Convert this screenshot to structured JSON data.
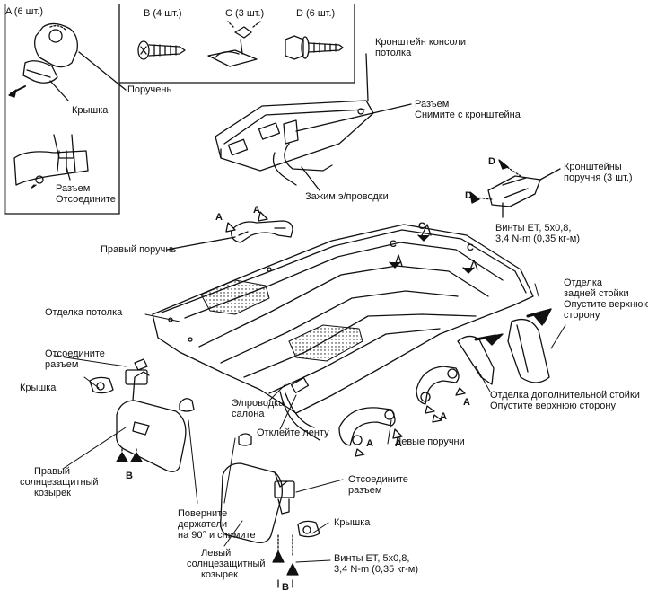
{
  "inset": {
    "title": "A (6 шт.)",
    "handle": "Поручень",
    "cover": "Крышка",
    "connector_line1": "Разъем",
    "connector_line2": "Отсоедините"
  },
  "fasteners": {
    "b": "B (4 шт.)",
    "c": "C (3 шт.)",
    "d": "D (6 шт.)"
  },
  "labels": {
    "console_bracket_1": "Кронштейн консоли",
    "console_bracket_2": "потолка",
    "connector_remove_1": "Разъем",
    "connector_remove_2": "Снимите с кронштейна",
    "wire_clamp": "Зажим э/проводки",
    "handle_brackets_1": "Кронштейны",
    "handle_brackets_2": "поручня (3 шт.)",
    "screws_top_1": "Винты ET, 5x0,8,",
    "screws_top_2": "3,4 N-m (0,35 кг-м)",
    "right_handle": "Правый поручнь",
    "rear_pillar_1": "Отделка",
    "rear_pillar_2": "задней стойки",
    "rear_pillar_3": "Опустите верхнюю",
    "rear_pillar_4": "сторону",
    "headliner": "Отделка потолка",
    "disconnect_conn_1": "Отсоедините",
    "disconnect_conn_2": "разъем",
    "cover_left": "Крышка",
    "cabin_wiring_1": "Э/проводка",
    "cabin_wiring_2": "салона",
    "peel_tape": "Отклейте ленту",
    "add_pillar_1": "Отделка дополнительной стойки",
    "add_pillar_2": "Опустите верхнюю сторону",
    "left_handles": "Левые поручни",
    "right_visor_1": "Правый",
    "right_visor_2": "солнцезащитный",
    "right_visor_3": "козырек",
    "turn_holders_1": "Поверните",
    "turn_holders_2": "держатели",
    "turn_holders_3": "на 90° и снимите",
    "disconnect_conn2_1": "Отсоедините",
    "disconnect_conn2_2": "разъем",
    "cover_right": "Крышка",
    "left_visor_1": "Левый",
    "left_visor_2": "солнцезащитный",
    "left_visor_3": "козырек",
    "screws_bottom_1": "Винты ET, 5x0,8,",
    "screws_bottom_2": "3,4 N-m (0,35 кг-м)"
  },
  "letters": {
    "a": "A",
    "b": "B",
    "c": "C",
    "d": "D"
  }
}
